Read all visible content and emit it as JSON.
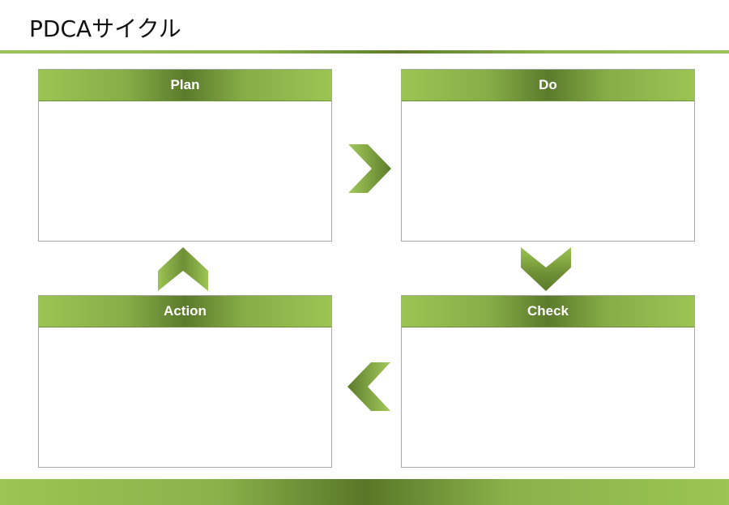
{
  "slide": {
    "title": "PDCAサイクル"
  },
  "boxes": {
    "plan": "Plan",
    "do": "Do",
    "check": "Check",
    "action": "Action"
  },
  "icons": {
    "plan_to_do": "chevron-right-icon",
    "do_to_check": "chevron-down-icon",
    "check_to_action": "chevron-left-icon",
    "action_to_plan": "chevron-up-icon"
  },
  "colors": {
    "accent_light": "#9bc454",
    "accent_dark": "#5c7a2c",
    "box_border": "#a6a6a6",
    "header_text": "#ffffff"
  }
}
